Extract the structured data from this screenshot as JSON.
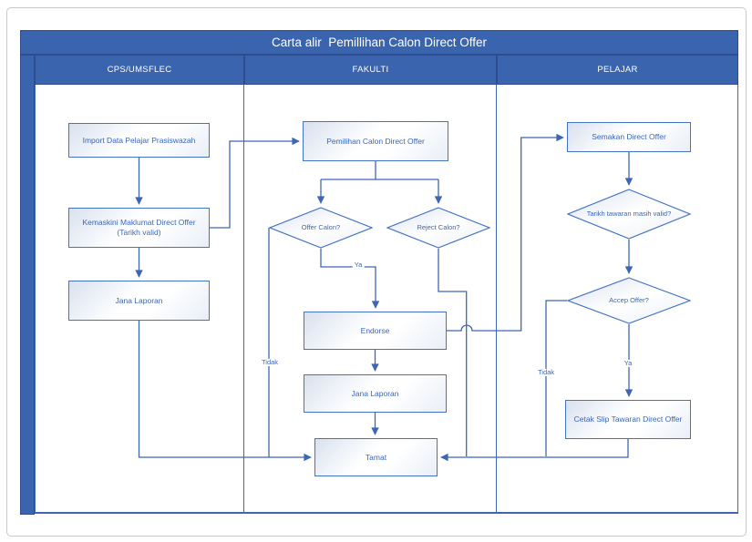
{
  "title": "Carta alir  Pemillihan Calon Direct Offer",
  "lanes": {
    "cps": "CPS/UMSFLEC",
    "fakulti": "FAKULTI",
    "pelajar": "PELAJAR"
  },
  "nodes": {
    "import": "Import Data Pelajar Prasiswazah",
    "kemaskini_line1": "Kemaskini Maklumat Direct Offer",
    "kemaskini_line2": "(Tarikh valid)",
    "jana_cps": "Jana Laporan",
    "pemilihan": "Pemilihan Calon Direct Offer",
    "offer": "Offer Calon?",
    "reject": "Reject Calon?",
    "endorse": "Endorse",
    "jana_fakulti": "Jana Laporan",
    "tamat": "Tamat",
    "semakan": "Semakan Direct Offer",
    "tarikh": "Tarikh tawaran masih valid?",
    "accep": "Accep Offer?",
    "cetak": "Cetak Slip Tawaran Direct Offer"
  },
  "edge_labels": {
    "offer_yes": "Ya",
    "offer_no": "Tidak",
    "accep_yes": "Ya",
    "accep_no": "Tidak"
  },
  "colors": {
    "band_fill": "#3a64ae",
    "band_border": "#2e4c8f",
    "shape_border": "#4472c4",
    "connector_line": "#3e66b2",
    "shape_text": "#3a66b8",
    "header_text": "#ffffff"
  }
}
